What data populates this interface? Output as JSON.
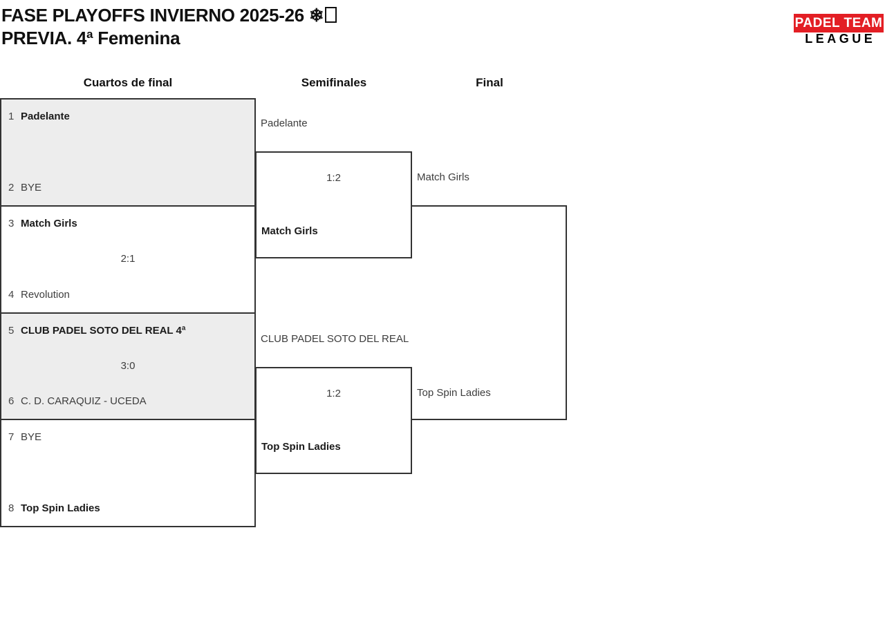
{
  "header": {
    "title_line1": "FASE PLAYOFFS INVIERNO 2025-26 ❄",
    "title_line1_has_missing_glyph": true,
    "title_line2": "PREVIA. 4ª Femenina"
  },
  "logo": {
    "top": "PADEL TEAM",
    "bottom": "LEAGUE",
    "band_color": "#e31e24"
  },
  "columns": {
    "quarterfinals": "Cuartos de final",
    "semifinals": "Semifinales",
    "final": "Final"
  },
  "bracket": {
    "quarterfinals": [
      {
        "top_seed": "1",
        "top_name": "Padelante",
        "bottom_seed": "2",
        "bottom_name": "BYE",
        "score": "",
        "winner": "Padelante"
      },
      {
        "top_seed": "3",
        "top_name": "Match Girls",
        "bottom_seed": "4",
        "bottom_name": "Revolution",
        "score": "2:1",
        "winner": "Match Girls"
      },
      {
        "top_seed": "5",
        "top_name": "CLUB PADEL SOTO DEL REAL 4ª",
        "bottom_seed": "6",
        "bottom_name": "C. D. CARAQUIZ - UCEDA",
        "score": "3:0",
        "winner": "CLUB PADEL SOTO DEL REAL 4ª"
      },
      {
        "top_seed": "7",
        "top_name": "BYE",
        "bottom_seed": "8",
        "bottom_name": "Top Spin Ladies",
        "score": "",
        "winner": "Top Spin Ladies"
      }
    ],
    "semifinals": [
      {
        "entrant_top": "Padelante",
        "score": "1:2",
        "entrant_bottom": "Match Girls",
        "winner": "Match Girls"
      },
      {
        "entrant_top": "CLUB PADEL SOTO DEL REAL 4ª",
        "score": "1:2",
        "entrant_bottom": "Top Spin Ladies",
        "winner": "Top Spin Ladies"
      }
    ],
    "final": {
      "entrant_top": "Match Girls",
      "entrant_bottom": "Top Spin Ladies",
      "score": "",
      "winner": ""
    }
  },
  "colors": {
    "box_border": "#333333",
    "alt_row_gray": "#ededed",
    "text_regular": "#3d3d3d",
    "text_winner": "#1b1b1b"
  }
}
